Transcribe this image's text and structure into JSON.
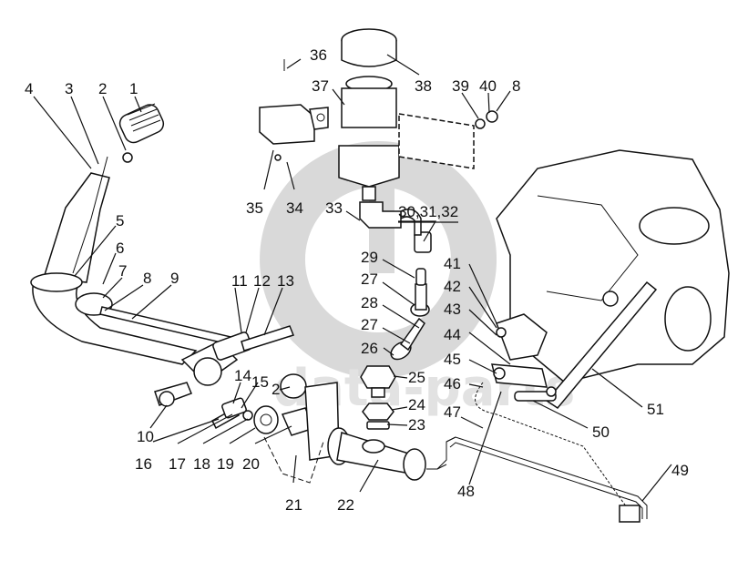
{
  "diagram": {
    "type": "exploded-parts-diagram",
    "subject": "clutch pedal and hydraulic clutch release assembly",
    "watermark": {
      "logo": "gb-circle-logo",
      "text": "data-parts",
      "color": "#d9d9d9"
    },
    "callouts": [
      {
        "id": "c1",
        "label": "1"
      },
      {
        "id": "c2",
        "label": "2"
      },
      {
        "id": "c3",
        "label": "3"
      },
      {
        "id": "c4",
        "label": "4"
      },
      {
        "id": "c5",
        "label": "5"
      },
      {
        "id": "c6",
        "label": "6"
      },
      {
        "id": "c7",
        "label": "7"
      },
      {
        "id": "c8a",
        "label": "8"
      },
      {
        "id": "c9",
        "label": "9"
      },
      {
        "id": "c10",
        "label": "10"
      },
      {
        "id": "c11",
        "label": "11"
      },
      {
        "id": "c12",
        "label": "12"
      },
      {
        "id": "c13",
        "label": "13"
      },
      {
        "id": "c14",
        "label": "14"
      },
      {
        "id": "c15",
        "label": "15"
      },
      {
        "id": "c2b",
        "label": "2"
      },
      {
        "id": "c16",
        "label": "16"
      },
      {
        "id": "c17",
        "label": "17"
      },
      {
        "id": "c18",
        "label": "18"
      },
      {
        "id": "c19",
        "label": "19"
      },
      {
        "id": "c20",
        "label": "20"
      },
      {
        "id": "c21",
        "label": "21"
      },
      {
        "id": "c22",
        "label": "22"
      },
      {
        "id": "c23",
        "label": "23"
      },
      {
        "id": "c24",
        "label": "24"
      },
      {
        "id": "c25",
        "label": "25"
      },
      {
        "id": "c26",
        "label": "26"
      },
      {
        "id": "c27a",
        "label": "27"
      },
      {
        "id": "c28",
        "label": "28"
      },
      {
        "id": "c27b",
        "label": "27"
      },
      {
        "id": "c29",
        "label": "29"
      },
      {
        "id": "c30",
        "label": "30,31,32"
      },
      {
        "id": "c33",
        "label": "33"
      },
      {
        "id": "c34",
        "label": "34"
      },
      {
        "id": "c35",
        "label": "35"
      },
      {
        "id": "c36",
        "label": "36"
      },
      {
        "id": "c37",
        "label": "37"
      },
      {
        "id": "c38",
        "label": "38"
      },
      {
        "id": "c39",
        "label": "39"
      },
      {
        "id": "c40",
        "label": "40"
      },
      {
        "id": "c8b",
        "label": "8"
      },
      {
        "id": "c41",
        "label": "41"
      },
      {
        "id": "c42",
        "label": "42"
      },
      {
        "id": "c43",
        "label": "43"
      },
      {
        "id": "c44",
        "label": "44"
      },
      {
        "id": "c45",
        "label": "45"
      },
      {
        "id": "c46",
        "label": "46"
      },
      {
        "id": "c47",
        "label": "47"
      },
      {
        "id": "c48",
        "label": "48"
      },
      {
        "id": "c49",
        "label": "49"
      },
      {
        "id": "c50",
        "label": "50"
      },
      {
        "id": "c51",
        "label": "51"
      }
    ]
  }
}
